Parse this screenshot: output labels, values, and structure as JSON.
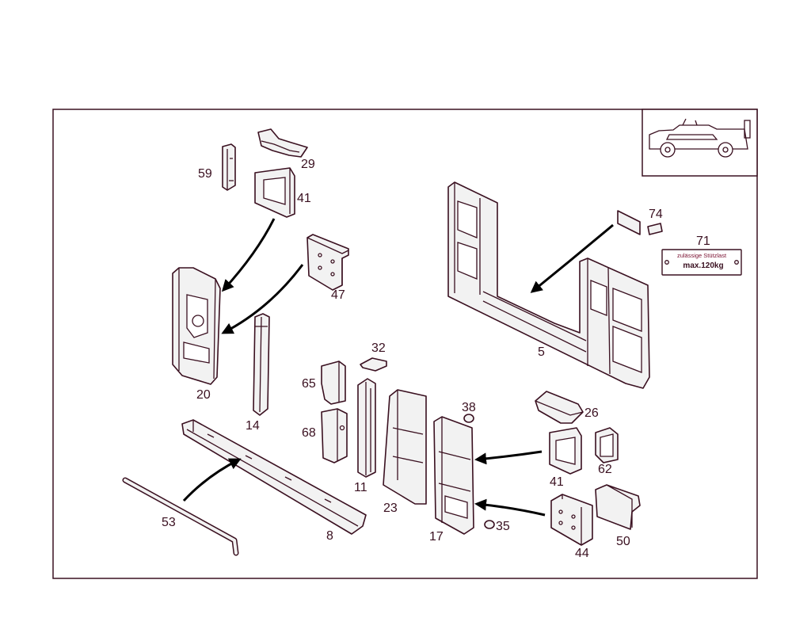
{
  "callouts": [
    "59",
    "29",
    "41",
    "47",
    "20",
    "14",
    "53",
    "8",
    "65",
    "68",
    "11",
    "32",
    "23",
    "38",
    "17",
    "35",
    "26",
    "41",
    "62",
    "44",
    "50",
    "5",
    "74",
    "71"
  ],
  "sign": {
    "line1": "zulässige Stützlast",
    "line2": "max.120kg"
  },
  "colors": {
    "ink": "#3a1020",
    "arrow": "#000000",
    "sign_text": "#7a1030"
  }
}
